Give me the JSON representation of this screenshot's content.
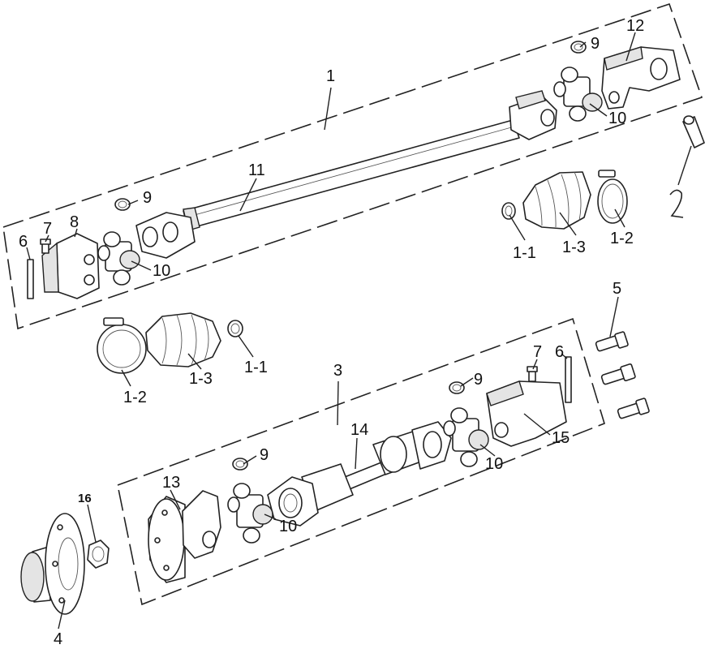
{
  "diagram": {
    "callouts": {
      "c1": "1",
      "c2": "2",
      "c3": "3",
      "c4": "4",
      "c5": "5",
      "c6a": "6",
      "c6b": "6",
      "c7a": "7",
      "c7b": "7",
      "c8": "8",
      "c9a": "9",
      "c9b": "9",
      "c9c": "9",
      "c9d": "9",
      "c10a": "10",
      "c10b": "10",
      "c10c": "10",
      "c10d": "10",
      "c11": "11",
      "c12": "12",
      "c13": "13",
      "c14": "14",
      "c15": "15",
      "c16": "16",
      "c1_1a": "1-1",
      "c1_1b": "1-1",
      "c1_2a": "1-2",
      "c1_2b": "1-2",
      "c1_3a": "1-3",
      "c1_3b": "1-3"
    }
  }
}
